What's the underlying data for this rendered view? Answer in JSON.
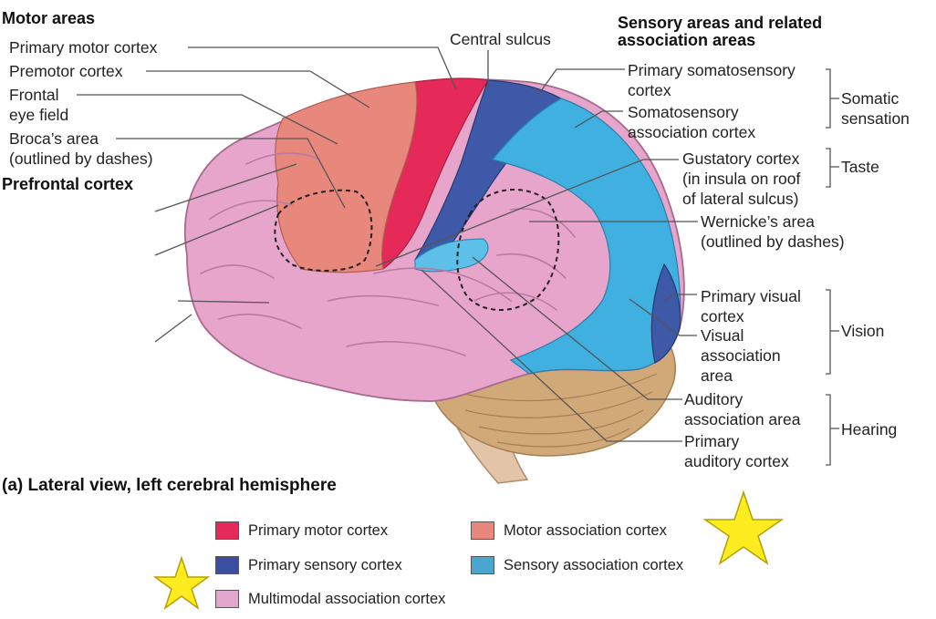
{
  "headers": {
    "motor_areas": "Motor areas",
    "sensory_line1": "Sensory areas and related",
    "sensory_line2": "association areas",
    "prefrontal": "Prefrontal cortex"
  },
  "labels": {
    "primary_motor": "Primary motor cortex",
    "premotor": "Premotor cortex",
    "frontal_eye_1": "Frontal",
    "frontal_eye_2": "eye field",
    "broca_1": "Broca’s area",
    "broca_2": "(outlined by dashes)",
    "central_sulcus": "Central sulcus",
    "somatosensory_1": "Primary somatosensory",
    "somatosensory_2": "cortex",
    "somato_assoc_1": "Somatosensory",
    "somato_assoc_2": "association cortex",
    "somatic_1": "Somatic",
    "somatic_2": "sensation",
    "gustatory_1": "Gustatory cortex",
    "gustatory_2": "(in insula on roof",
    "gustatory_3": "of lateral sulcus)",
    "taste": "Taste",
    "wernicke_1": "Wernicke’s area",
    "wernicke_2": "(outlined by dashes)",
    "visual_primary_1": "Primary visual",
    "visual_primary_2": "cortex",
    "visual_assoc_1": "Visual",
    "visual_assoc_2": "association",
    "visual_assoc_3": "area",
    "vision": "Vision",
    "auditory_assoc_1": "Auditory",
    "auditory_assoc_2": "association area",
    "auditory_primary_1": "Primary",
    "auditory_primary_2": "auditory cortex",
    "hearing": "Hearing"
  },
  "caption": "(a) Lateral view, left cerebral hemisphere",
  "legend": [
    {
      "label": "Primary motor cortex",
      "color": "#e52a5a"
    },
    {
      "label": "Motor association cortex",
      "color": "#e8877b"
    },
    {
      "label": "Primary sensory cortex",
      "color": "#3b4ea0"
    },
    {
      "label": "Sensory association cortex",
      "color": "#4aa6cf"
    },
    {
      "label": "Multimodal association cortex",
      "color": "#e0a6cc"
    }
  ],
  "colors": {
    "primary_motor": "#e52a5a",
    "motor_assoc": "#e8877b",
    "primary_sensory": "#3d59a8",
    "sensory_assoc": "#3fb0e0",
    "multimodal": "#e8a5cc",
    "cerebellum": "#d1a878",
    "star": "#ffec20"
  }
}
